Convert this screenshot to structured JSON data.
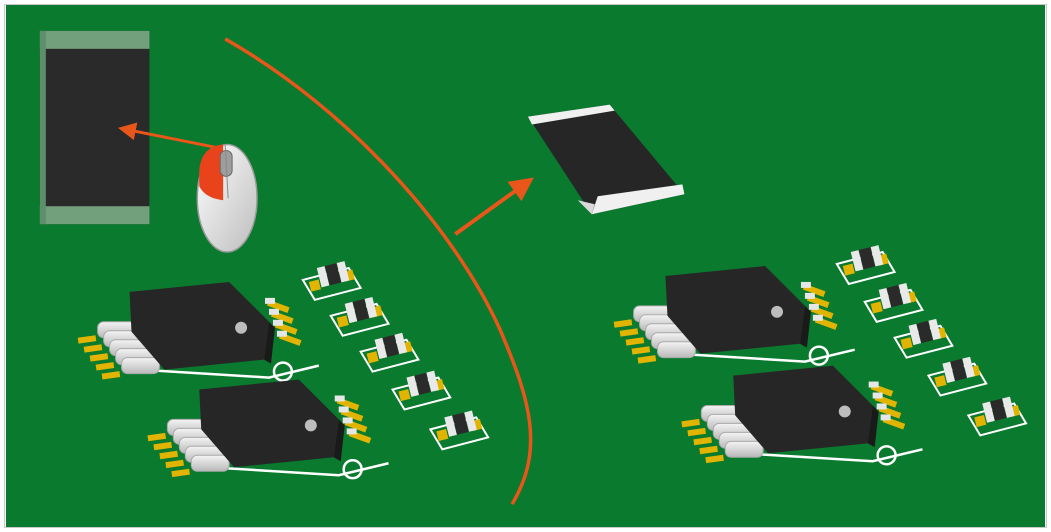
{
  "figure": {
    "background": "#ffffff",
    "board_color": "#0a7a2f",
    "arrow_color": "#e8561a",
    "component_body_color": "#262626",
    "lead_color": "#d8d8d8",
    "pad_color": "#e0b400",
    "silkscreen_color": "#ffffff"
  },
  "scene": {
    "left_panel": {
      "selected_component": "chip-resistor-top-view",
      "pointer": "mouse-icon",
      "ic_packages": 2,
      "small_components": 5
    },
    "right_panel": {
      "rendered_component": "chip-resistor-3d",
      "ic_packages": 2,
      "small_components": 5
    }
  }
}
